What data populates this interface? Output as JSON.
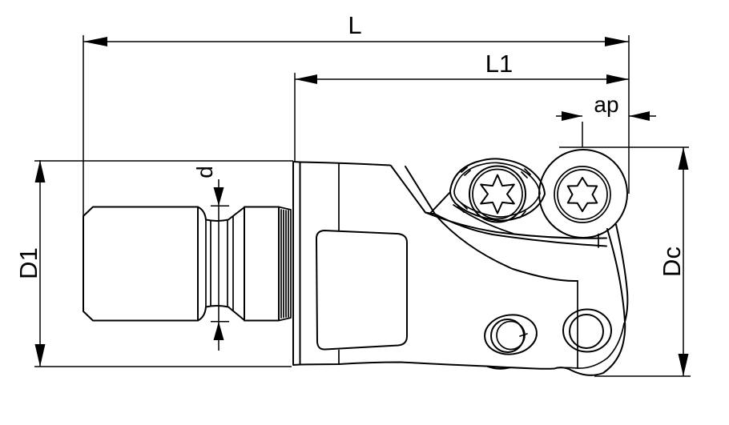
{
  "drawing": {
    "background": "#ffffff",
    "line_color": "#000000",
    "subject": "milling-cutter-technical-drawing",
    "dimensions": {
      "overall_length": {
        "label": "L"
      },
      "usable_length": {
        "label": "L1"
      },
      "depth_of_cut": {
        "label": "ap"
      },
      "neck_diameter": {
        "label": "d"
      },
      "shank_diameter": {
        "label": "D1"
      },
      "cutting_diameter": {
        "label": "Dc"
      }
    }
  }
}
